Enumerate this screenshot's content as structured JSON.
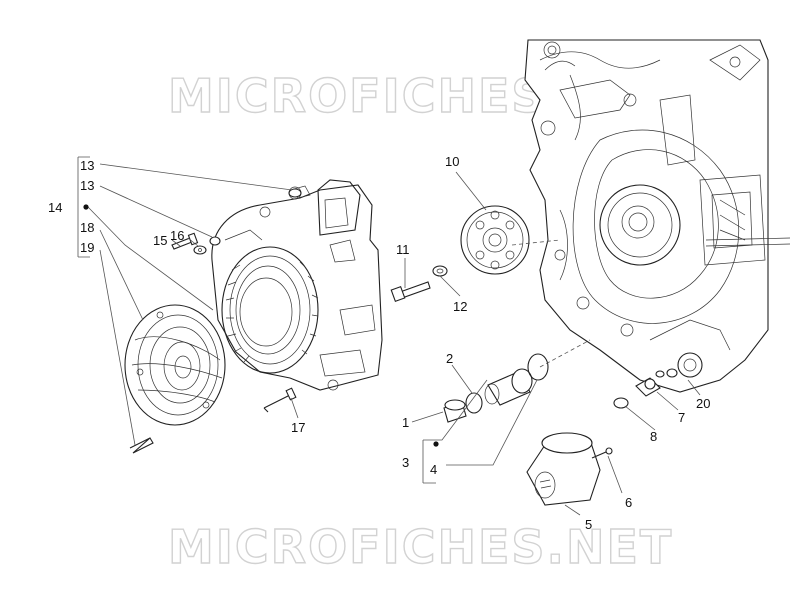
{
  "watermark": "MICROFICHES.NET",
  "labels": {
    "l1": "1",
    "l2": "2",
    "l3": "3",
    "l4": "4",
    "l5": "5",
    "l6": "6",
    "l7": "7",
    "l8": "8",
    "l10": "10",
    "l11": "11",
    "l12": "12",
    "l13a": "13",
    "l13b": "13",
    "l14": "14",
    "l15": "15",
    "l16": "16",
    "l17": "17",
    "l18": "18",
    "l19": "19",
    "l20": "20"
  }
}
